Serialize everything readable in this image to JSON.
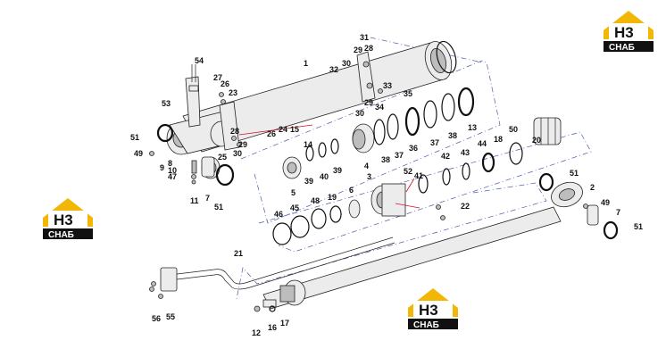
{
  "logo": {
    "mark": "H3",
    "caption": "CHAБ",
    "color": "#f2b705"
  },
  "colors": {
    "line": "#222222",
    "centerline": "#4a5aa8",
    "leader": "#d0102a"
  },
  "callouts": [
    {
      "id": "c1",
      "text": "1"
    },
    {
      "id": "c2",
      "text": "2"
    },
    {
      "id": "c3",
      "text": "3"
    },
    {
      "id": "c4",
      "text": "4"
    },
    {
      "id": "c5",
      "text": "5"
    },
    {
      "id": "c6",
      "text": "6"
    },
    {
      "id": "c7a",
      "text": "7"
    },
    {
      "id": "c7b",
      "text": "7"
    },
    {
      "id": "c8",
      "text": "8"
    },
    {
      "id": "c9",
      "text": "9"
    },
    {
      "id": "c10",
      "text": "10"
    },
    {
      "id": "c11",
      "text": "11"
    },
    {
      "id": "c12",
      "text": "12"
    },
    {
      "id": "c13",
      "text": "13"
    },
    {
      "id": "c14",
      "text": "14"
    },
    {
      "id": "c15",
      "text": "15"
    },
    {
      "id": "c16",
      "text": "16"
    },
    {
      "id": "c17",
      "text": "17"
    },
    {
      "id": "c18",
      "text": "18"
    },
    {
      "id": "c19",
      "text": "19"
    },
    {
      "id": "c20",
      "text": "20"
    },
    {
      "id": "c21",
      "text": "21"
    },
    {
      "id": "c22",
      "text": "22"
    },
    {
      "id": "c23",
      "text": "23"
    },
    {
      "id": "c24",
      "text": "24"
    },
    {
      "id": "c25",
      "text": "25"
    },
    {
      "id": "c26a",
      "text": "26"
    },
    {
      "id": "c26b",
      "text": "26"
    },
    {
      "id": "c27",
      "text": "27"
    },
    {
      "id": "c28a",
      "text": "28"
    },
    {
      "id": "c28b",
      "text": "28"
    },
    {
      "id": "c29a",
      "text": "29"
    },
    {
      "id": "c29b",
      "text": "29"
    },
    {
      "id": "c29c",
      "text": "29"
    },
    {
      "id": "c30a",
      "text": "30"
    },
    {
      "id": "c30b",
      "text": "30"
    },
    {
      "id": "c30c",
      "text": "30"
    },
    {
      "id": "c31",
      "text": "31"
    },
    {
      "id": "c32",
      "text": "32"
    },
    {
      "id": "c33",
      "text": "33"
    },
    {
      "id": "c34",
      "text": "34"
    },
    {
      "id": "c35",
      "text": "35"
    },
    {
      "id": "c36",
      "text": "36"
    },
    {
      "id": "c37a",
      "text": "37"
    },
    {
      "id": "c37b",
      "text": "37"
    },
    {
      "id": "c38a",
      "text": "38"
    },
    {
      "id": "c38b",
      "text": "38"
    },
    {
      "id": "c39a",
      "text": "39"
    },
    {
      "id": "c39b",
      "text": "39"
    },
    {
      "id": "c40",
      "text": "40"
    },
    {
      "id": "c41",
      "text": "41"
    },
    {
      "id": "c42",
      "text": "42"
    },
    {
      "id": "c43",
      "text": "43"
    },
    {
      "id": "c44",
      "text": "44"
    },
    {
      "id": "c45",
      "text": "45"
    },
    {
      "id": "c46",
      "text": "46"
    },
    {
      "id": "c47",
      "text": "47"
    },
    {
      "id": "c48",
      "text": "48"
    },
    {
      "id": "c49a",
      "text": "49"
    },
    {
      "id": "c49b",
      "text": "49"
    },
    {
      "id": "c50",
      "text": "50"
    },
    {
      "id": "c51a",
      "text": "51"
    },
    {
      "id": "c51b",
      "text": "51"
    },
    {
      "id": "c51c",
      "text": "51"
    },
    {
      "id": "c51d",
      "text": "51"
    },
    {
      "id": "c52",
      "text": "52"
    },
    {
      "id": "c53",
      "text": "53"
    },
    {
      "id": "c54",
      "text": "54"
    },
    {
      "id": "c55",
      "text": "55"
    },
    {
      "id": "c56",
      "text": "56"
    }
  ]
}
